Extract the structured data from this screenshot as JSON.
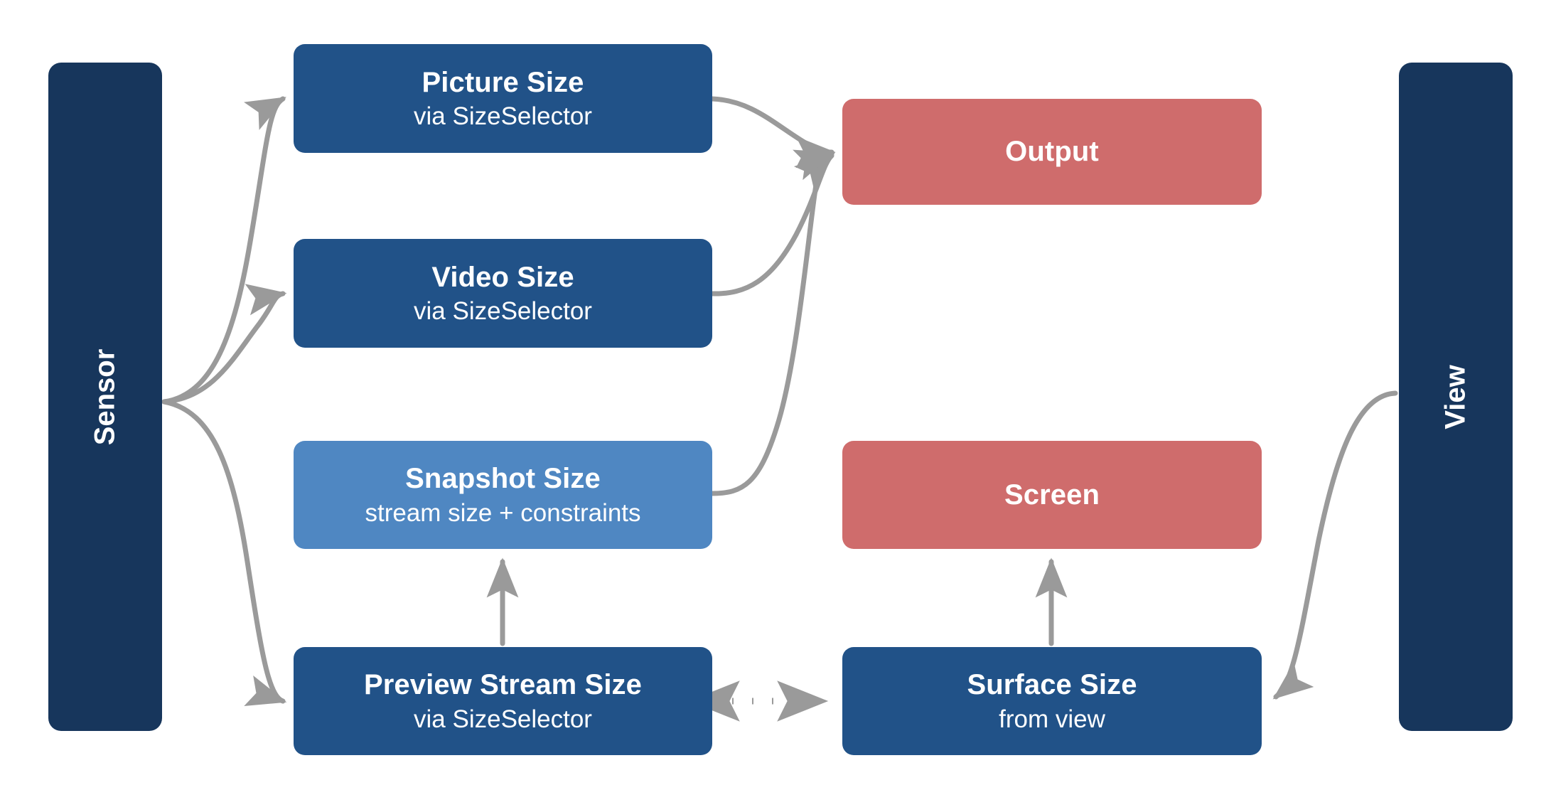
{
  "diagram": {
    "background": "#ffffff",
    "edge_color": "#9a9a9a",
    "lanes": [
      {
        "id": "sensor",
        "label": "Sensor",
        "color": "#17365C"
      },
      {
        "id": "view",
        "label": "View",
        "color": "#17365C"
      }
    ],
    "nodes": [
      {
        "id": "picture-size",
        "title": "Picture Size",
        "subtitle": "via SizeSelector",
        "color": "#215288"
      },
      {
        "id": "video-size",
        "title": "Video Size",
        "subtitle": "via SizeSelector",
        "color": "#215288"
      },
      {
        "id": "snapshot-size",
        "title": "Snapshot Size",
        "subtitle": "stream size + constraints",
        "color": "#4F87C2"
      },
      {
        "id": "preview-size",
        "title": "Preview Stream Size",
        "subtitle": "via SizeSelector",
        "color": "#215288"
      },
      {
        "id": "output",
        "title": "Output",
        "subtitle": "",
        "color": "#CF6C6C"
      },
      {
        "id": "screen",
        "title": "Screen",
        "subtitle": "",
        "color": "#CF6C6C"
      },
      {
        "id": "surface-size",
        "title": "Surface Size",
        "subtitle": "from view",
        "color": "#215288"
      }
    ],
    "edges": [
      {
        "from": "sensor",
        "to": "picture-size",
        "style": "curved",
        "arrow": "end"
      },
      {
        "from": "sensor",
        "to": "video-size",
        "style": "curved",
        "arrow": "end"
      },
      {
        "from": "sensor",
        "to": "preview-size",
        "style": "curved",
        "arrow": "end"
      },
      {
        "from": "picture-size",
        "to": "output",
        "style": "curved",
        "arrow": "end"
      },
      {
        "from": "video-size",
        "to": "output",
        "style": "curved",
        "arrow": "end"
      },
      {
        "from": "snapshot-size",
        "to": "output",
        "style": "curved",
        "arrow": "end"
      },
      {
        "from": "preview-size",
        "to": "snapshot-size",
        "style": "straight",
        "arrow": "end"
      },
      {
        "from": "surface-size",
        "to": "screen",
        "style": "straight",
        "arrow": "end"
      },
      {
        "from": "view",
        "to": "surface-size",
        "style": "curved",
        "arrow": "end"
      },
      {
        "from": "preview-size",
        "to": "surface-size",
        "style": "dotted",
        "arrow": "both"
      }
    ]
  }
}
